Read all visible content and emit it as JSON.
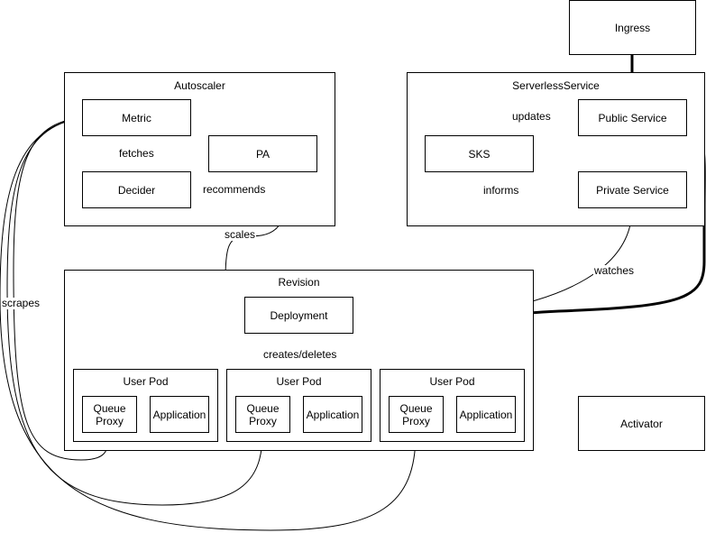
{
  "containers": {
    "autoscaler": "Autoscaler",
    "serverless_service": "ServerlessService",
    "revision": "Revision"
  },
  "nodes": {
    "ingress": "Ingress",
    "metric": "Metric",
    "pa": "PA",
    "decider": "Decider",
    "public_service": "Public Service",
    "sks": "SKS",
    "private_service": "Private Service",
    "deployment": "Deployment",
    "activator": "Activator"
  },
  "pods": [
    {
      "title": "User Pod",
      "queue_proxy": "Queue Proxy",
      "application": "Application"
    },
    {
      "title": "User Pod",
      "queue_proxy": "Queue Proxy",
      "application": "Application"
    },
    {
      "title": "User Pod",
      "queue_proxy": "Queue Proxy",
      "application": "Application"
    }
  ],
  "edges": {
    "fetches": "fetches",
    "recommends": "recommends",
    "updates": "updates",
    "informs": "informs",
    "scales": "scales",
    "watches": "watches",
    "creates_deletes": "creates/deletes",
    "scrapes": "scrapes"
  },
  "colors": {
    "stroke": "#000000",
    "fill": "#ffffff"
  }
}
